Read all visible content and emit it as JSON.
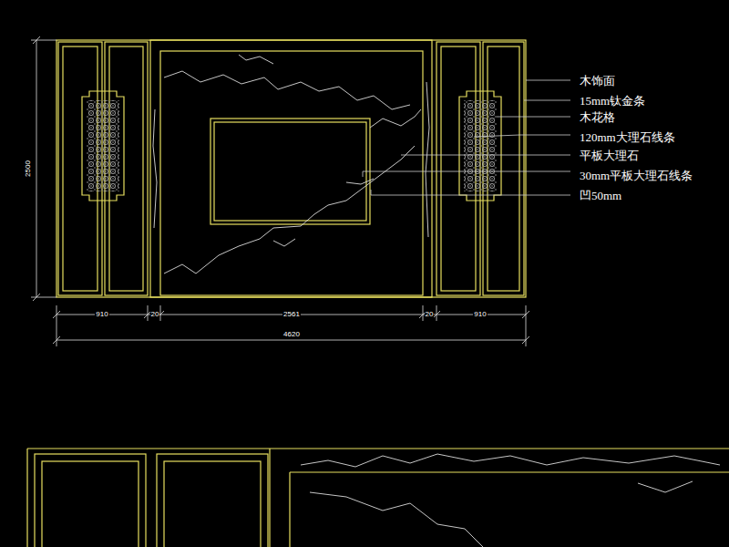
{
  "diagram": {
    "labels": [
      "2500",
      "910",
      "20",
      "2561",
      "20",
      "910",
      "4620",
      "木饰面",
      "15mm钛金条",
      "木花格",
      "120mm大理石线条",
      "平板大理石",
      "30mm平板大理石线条",
      "凹50mm"
    ]
  }
}
